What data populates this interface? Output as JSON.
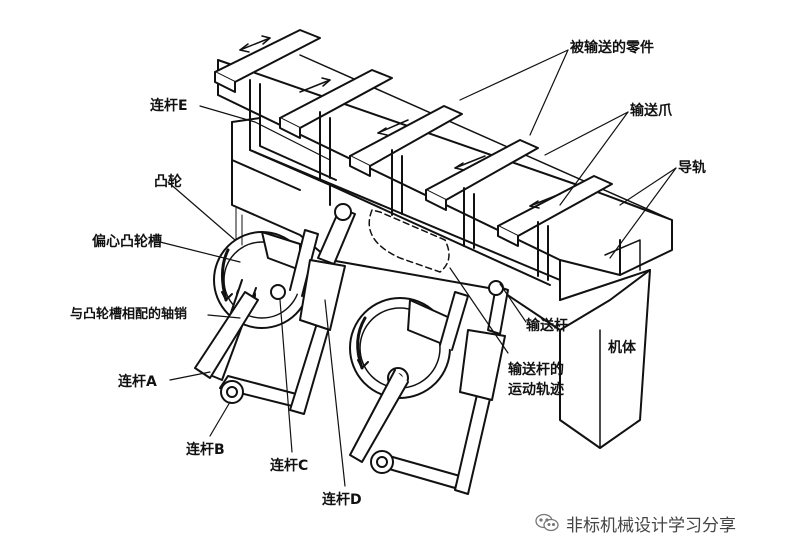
{
  "labels": {
    "conveyed_parts": "被输送的零件",
    "link_e": "连杆E",
    "conveying_claw": "输送爪",
    "cam": "凸轮",
    "guide_rail": "导轨",
    "eccentric_cam_groove": "偏心凸轮槽",
    "pin_matching_groove": "与凸轮槽相配的轴销",
    "conveyor_rod": "输送杆",
    "machine_body": "机体",
    "trajectory_line1": "输送杆的",
    "trajectory_line2": "运动轨迹",
    "link_a": "连杆A",
    "link_b": "连杆B",
    "link_c": "连杆C",
    "link_d": "连杆D"
  },
  "watermark": {
    "text": "非标机械设计学习分享",
    "icon": "wechat-icon"
  },
  "colors": {
    "ink": "#111111",
    "background": "#ffffff"
  }
}
